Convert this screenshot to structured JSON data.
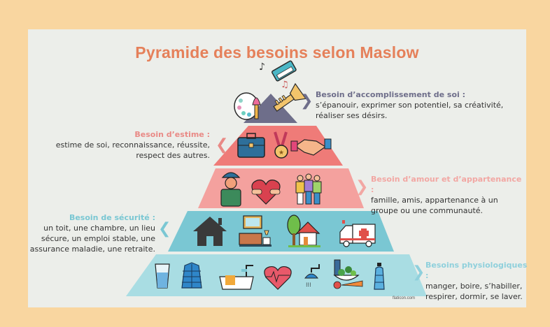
{
  "title": "Pyramide des besoins selon Maslow",
  "colors": {
    "background": "#f9d6a0",
    "panel": "#eceeea",
    "title": "#e5805a",
    "tier_accomplissement": "#6e6e8a",
    "tier_estime": "#ef7b78",
    "tier_amour": "#f4a19e",
    "tier_securite": "#7ac7d3",
    "tier_physiologiques": "#a9dde3"
  },
  "levels": [
    {
      "heading": "Besoin d’accomplissement de soi :",
      "lines": [
        "s’épanouir, exprimer son potentiel, sa créativité,",
        "réaliser ses désirs."
      ],
      "side": "right",
      "icons": [
        "palette-icon",
        "keyboard-icon",
        "music-note-icon",
        "trumpet-icon"
      ]
    },
    {
      "heading": "Besoin d’estime :",
      "lines": [
        "estime de soi, reconnaissance, réussite,",
        "respect des autres."
      ],
      "side": "left",
      "icons": [
        "briefcase-icon",
        "medal-icon",
        "handshake-icon"
      ]
    },
    {
      "heading": "Besoin d’amour et d’appartenance :",
      "lines": [
        "famille, amis, appartenance à un",
        "groupe ou une communauté."
      ],
      "side": "right",
      "icons": [
        "worker-icon",
        "heart-hands-icon",
        "friends-group-icon"
      ]
    },
    {
      "heading": "Besoin de sécurité :",
      "lines": [
        "un toit, une chambre, un lieu",
        "sécure, un emploi stable, une",
        "assurance maladie, une retraite."
      ],
      "side": "left",
      "icons": [
        "house-icon",
        "bedroom-icon",
        "home-tree-icon",
        "ambulance-icon"
      ]
    },
    {
      "heading": "Besoins physiologiques :",
      "lines": [
        "manger, boire, s’habiller,",
        "respirer, dormir, se laver."
      ],
      "side": "right",
      "icons": [
        "water-glass-icon",
        "jacket-icon",
        "bathtub-icon",
        "heartbeat-icon",
        "shower-icon",
        "food-icon",
        "water-bottle-icon"
      ]
    }
  ],
  "credit": "flaticon.com"
}
